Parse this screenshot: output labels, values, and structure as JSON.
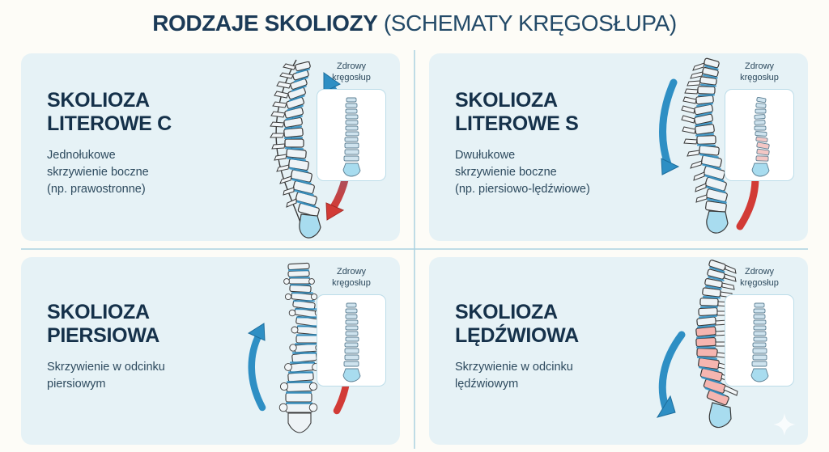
{
  "header": {
    "title_strong": "RODZAJE SKOLIOZY",
    "title_light": " (SCHEMATY KRĘGOSŁUPA)"
  },
  "colors": {
    "background": "#fdfcf7",
    "panel": "#e6f2f6",
    "heading": "#15314a",
    "title": "#1b3a57",
    "body_text": "#2d4a5e",
    "divider": "#a9d2e0",
    "arrow_blue": "#2e8fc4",
    "arrow_red": "#d23b36",
    "inset_border": "#bcdde9",
    "vertebra_fill": "#e9eef2",
    "vertebra_stroke": "#3a3a3a",
    "disc_blue": "#2e8fc4",
    "lumbar_highlight": "#f2a9a4",
    "sacrum_blue": "#a8dcef"
  },
  "panels": [
    {
      "id": "skolioza-literowe-c",
      "heading": "SKOLIOZA\nLITEROWE C",
      "description": "Jednołukowe\nskrzywienie boczne\n(np. prawostronne)",
      "inset_label": "Zdrowy\nkręgosłup",
      "spine_view": "side-c-curve",
      "arrows": [
        {
          "name": "arrow-up-blue",
          "color": "#2e8fc4",
          "direction": "up-right"
        },
        {
          "name": "arrow-down-red",
          "color": "#d23b36",
          "direction": "down-right"
        }
      ]
    },
    {
      "id": "skolioza-literowe-s",
      "heading": "SKOLIOZA\nLITEROWE S",
      "description": "Dwułukowe\nskrzywienie boczne\n(np. piersiowo-lędźwiowe)",
      "inset_label": "Zdrowy\nkręgosłup",
      "spine_view": "side-s-curve",
      "arrows": [
        {
          "name": "arrow-down-blue",
          "color": "#2e8fc4",
          "direction": "down-left"
        },
        {
          "name": "arrow-up-red",
          "color": "#d23b36",
          "direction": "up-right"
        }
      ]
    },
    {
      "id": "skolioza-piersiowa",
      "heading": "SKOLIOZA\nPIERSIOWA",
      "description": "Skrzywienie w odcinku\npiersiowym",
      "inset_label": "Zdrowy\nkręgosłup",
      "spine_view": "front-thoracic",
      "arrows": [
        {
          "name": "arrow-up-blue",
          "color": "#2e8fc4",
          "direction": "up-left"
        },
        {
          "name": "arrow-up-red",
          "color": "#d23b36",
          "direction": "up-right"
        }
      ]
    },
    {
      "id": "skolioza-ledzwiowa",
      "heading": "SKOLIOZA\nLĘDŹWIOWA",
      "description": "Skrzywienie w odcinku\nlędźwiowym",
      "inset_label": "Zdrowy\nkręgosłup",
      "spine_view": "side-lumbar",
      "arrows": [
        {
          "name": "arrow-down-blue",
          "color": "#2e8fc4",
          "direction": "down-left"
        }
      ]
    }
  ],
  "watermark": {
    "name": "sparkle-icon",
    "shape": "four-pointed-star"
  }
}
